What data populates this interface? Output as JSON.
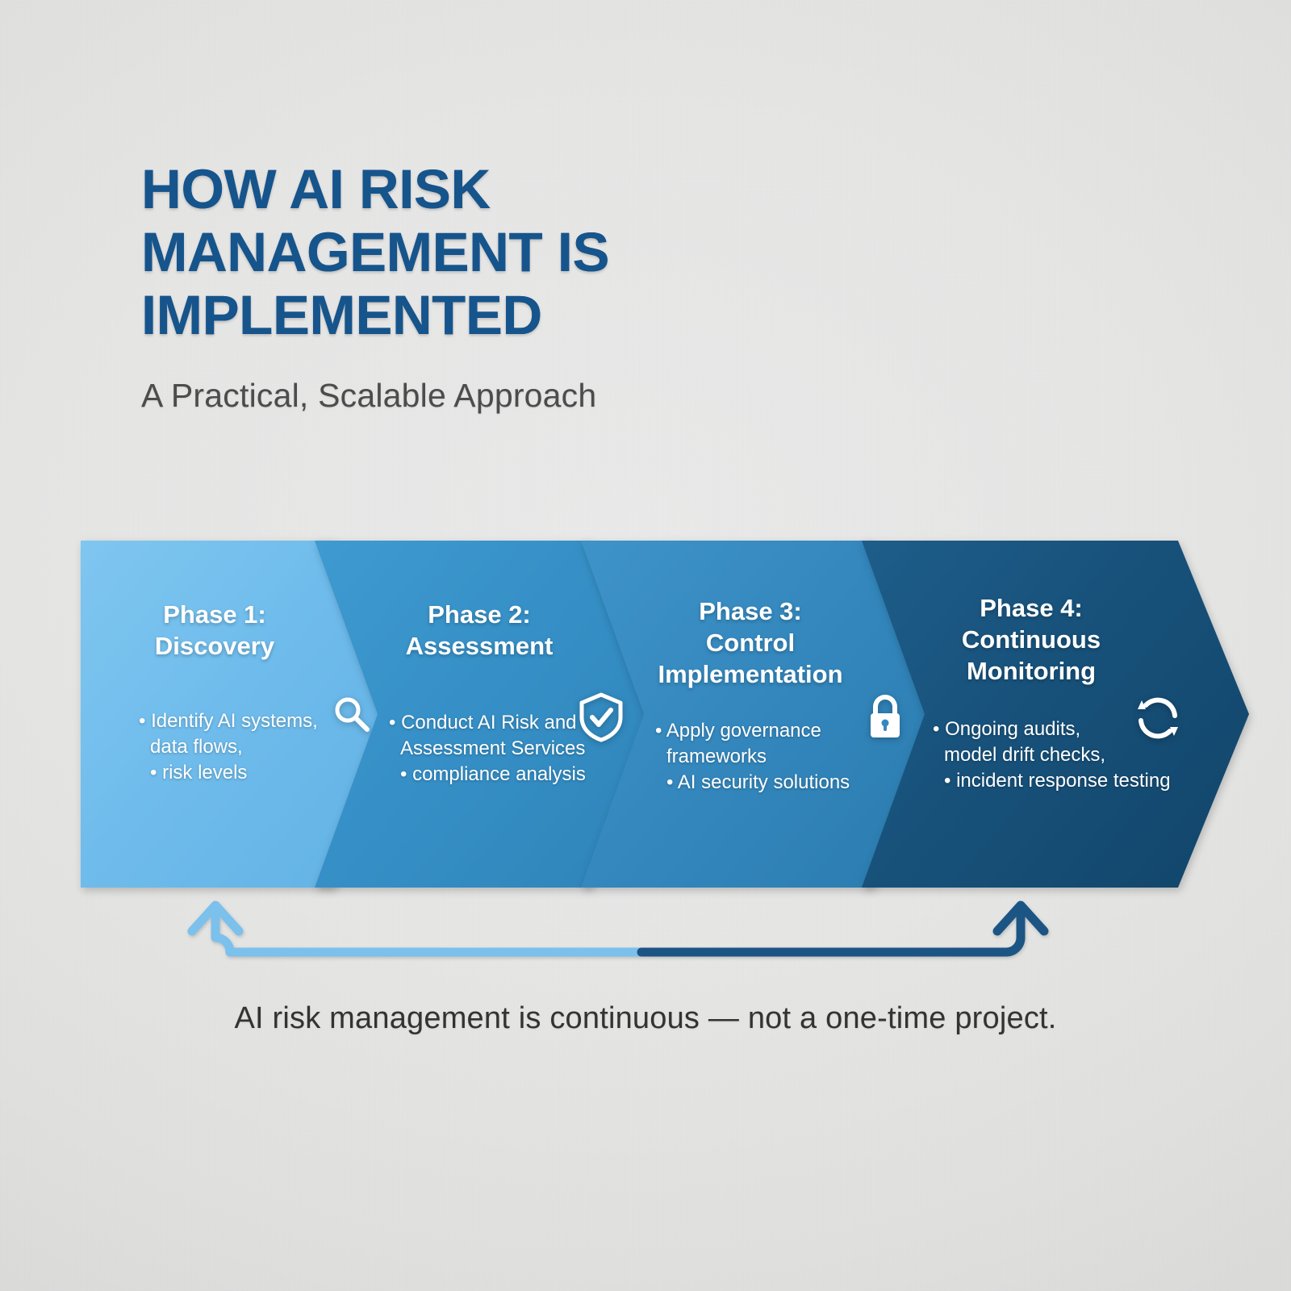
{
  "background_color": "#E6E6E5",
  "header": {
    "title": "HOW AI RISK MANAGEMENT IS IMPLEMENTED",
    "title_color": "#16548C",
    "subtitle": "A Practical, Scalable Approach",
    "subtitle_color": "#4C4C4C"
  },
  "phases": [
    {
      "title": "Phase 1:\nDiscovery",
      "bullets": "• Identify AI systems,\n   data flows,\n• risk levels",
      "icon": "search-icon",
      "color": "#6FBCEC"
    },
    {
      "title": "Phase 2:\nAssessment",
      "bullets": "• Conduct AI Risk and\n   Assessment Services\n• compliance analysis",
      "icon": "shield-check-icon",
      "color": "#3690C7"
    },
    {
      "title": "Phase 3:\nControl\nImplementation",
      "bullets": "• Apply governance\n   frameworks\n• AI security solutions",
      "icon": "lock-icon",
      "color": "#3488BE"
    },
    {
      "title": "Phase 4:\nContinuous\nMonitoring",
      "bullets": "• Ongoing audits,\n   model drift checks,\n• incident response testing",
      "icon": "refresh-cycle-icon",
      "color": "#17517A"
    }
  ],
  "feedback_loop": {
    "left_arrow_color": "#7CC0EC",
    "right_arrow_color": "#1A5584",
    "label": "continuous-feedback-loop"
  },
  "caption": {
    "text": "AI risk management is continuous — not a one-time project.",
    "color": "#333333"
  }
}
